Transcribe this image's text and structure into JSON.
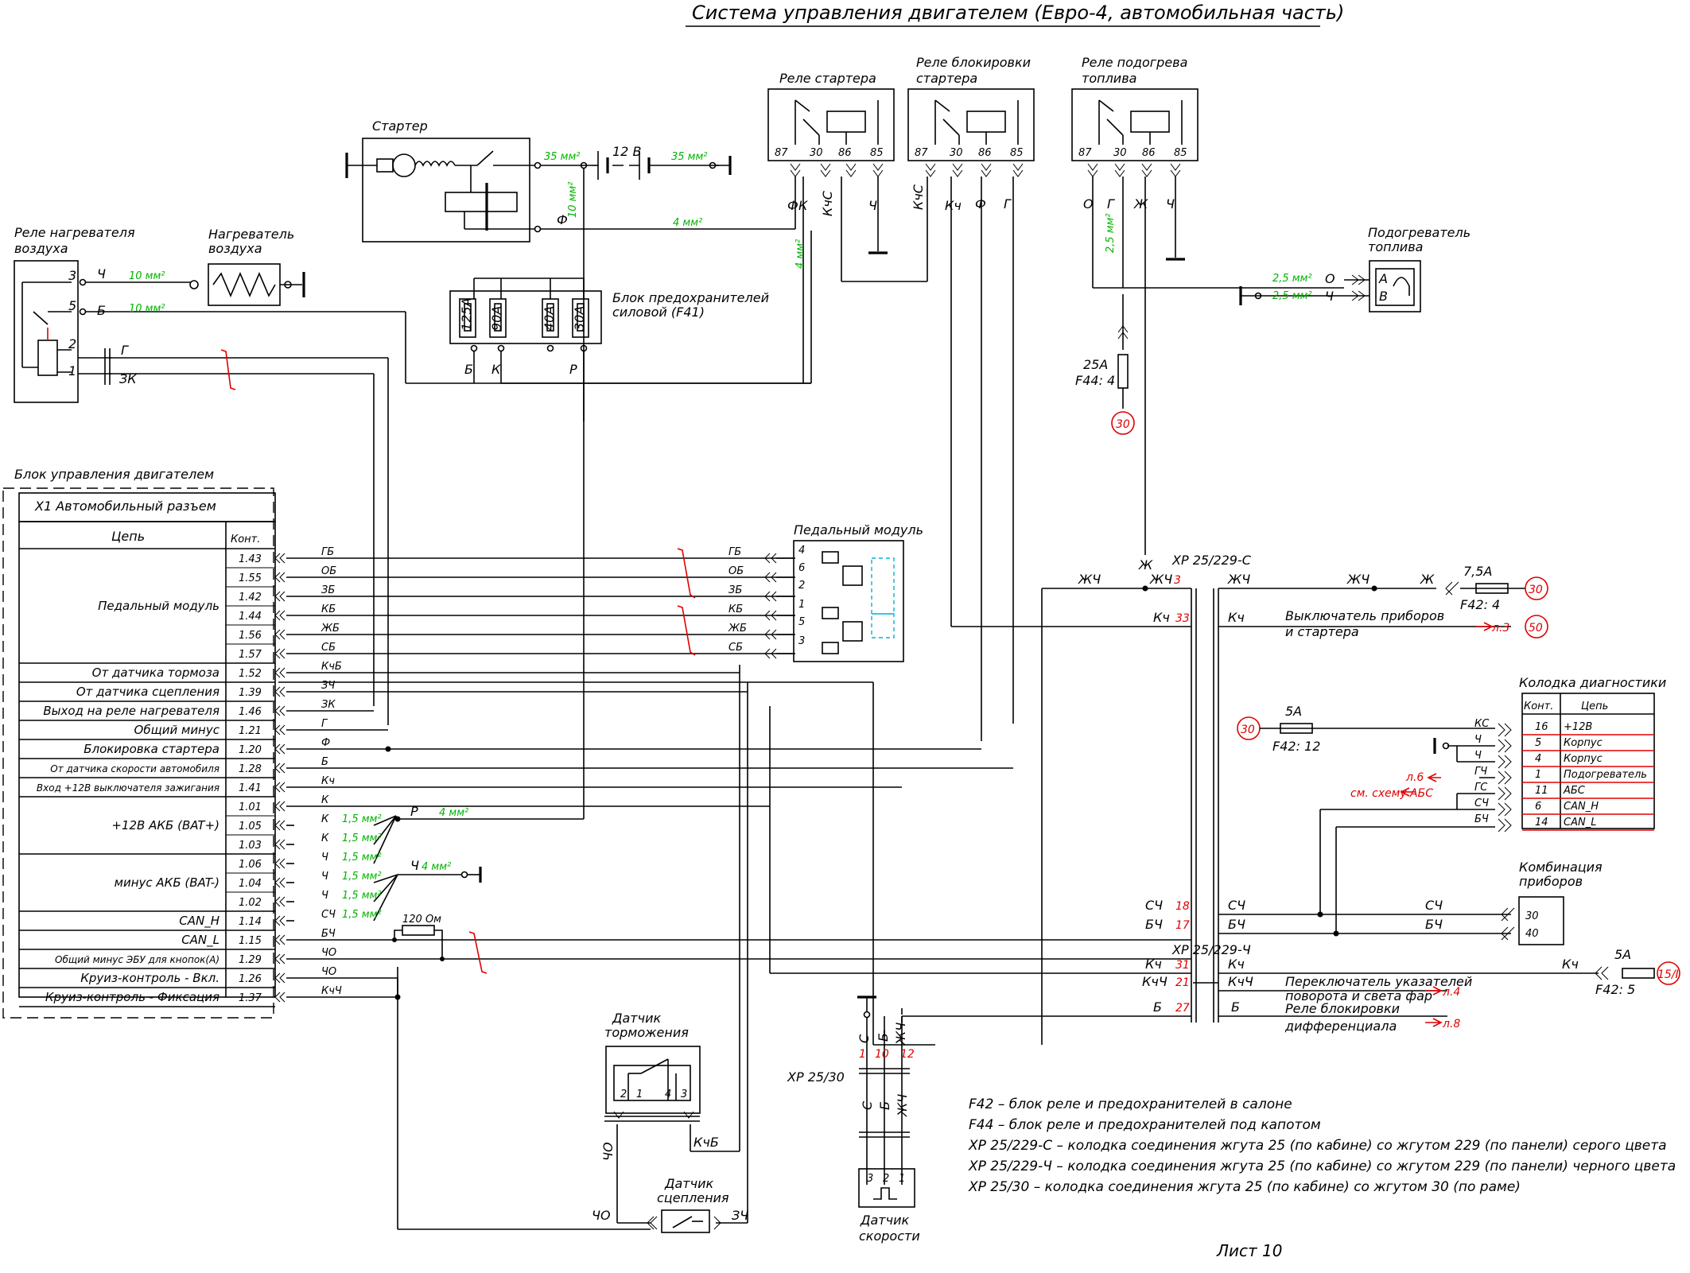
{
  "title": "Система управления двигателем (Евро-4, автомобильная часть)",
  "sheet": "Лист 10",
  "components": {
    "air_heater_relay": "Реле нагревателя воздуха",
    "air_heater": "Нагреватель воздуха",
    "starter": "Стартер",
    "starter_relay": "Реле стартера",
    "starter_block_relay": "Реле блокировки стартера",
    "fuel_heat_relay": "Реле подогрева топлива",
    "fuel_heater": "Подогреватель топлива",
    "fuse_block": "Блок предохранителей силовой (F41)",
    "pedal_module": "Педальный модуль",
    "ecu": "Блок управления двигателем",
    "ecu_conn": "X1 Автомобильный разъем",
    "brake_sensor": "Датчик торможения",
    "clutch_sensor": "Датчик сцепления",
    "speed_sensor": "Датчик скорости",
    "diag": "Колодка диагностики",
    "cluster": "Комбинация приборов",
    "ign_switch": "Выключатель приборов и стартера",
    "turn_switch": "Переключатель указателей поворота и света фар",
    "diff_relay": "Реле блокировки дифференциала",
    "resistor": "120 Ом",
    "battery": "12 В"
  },
  "relay_pins": [
    "87",
    "30",
    "86",
    "85"
  ],
  "fuses_f41": [
    "125А",
    "90А",
    "40А",
    "30А"
  ],
  "ecu_table": {
    "head_circuit": "Цепь",
    "head_pin": "Конт.",
    "groups": [
      {
        "name": "Педальный модуль",
        "pins": [
          "1.43",
          "1.55",
          "1.42",
          "1.44",
          "1.56",
          "1.57"
        ],
        "wires": [
          "ГБ",
          "ОБ",
          "ЗБ",
          "КБ",
          "ЖБ",
          "СБ"
        ]
      },
      {
        "name": "От датчика тормоза",
        "pins": [
          "1.52"
        ],
        "wires": [
          "КчБ"
        ]
      },
      {
        "name": "От датчика сцепления",
        "pins": [
          "1.39"
        ],
        "wires": [
          "ЗЧ"
        ]
      },
      {
        "name": "Выход на реле нагревателя",
        "pins": [
          "1.46"
        ],
        "wires": [
          "ЗК"
        ]
      },
      {
        "name": "Общий минус",
        "pins": [
          "1.21"
        ],
        "wires": [
          "Г"
        ]
      },
      {
        "name": "Блокировка стартера",
        "pins": [
          "1.20"
        ],
        "wires": [
          "Ф"
        ]
      },
      {
        "name": "От датчика скорости автомобиля",
        "pins": [
          "1.28"
        ],
        "wires": [
          "Б"
        ]
      },
      {
        "name": "Вход +12В выключателя зажигания",
        "pins": [
          "1.41"
        ],
        "wires": [
          "Кч"
        ]
      },
      {
        "name": "+12В АКБ (BAT+)",
        "pins": [
          "1.01",
          "1.05",
          "1.03"
        ],
        "wires": [
          "К",
          "К",
          "К"
        ]
      },
      {
        "name": "минус АКБ (BAT-)",
        "pins": [
          "1.06",
          "1.04",
          "1.02"
        ],
        "wires": [
          "Ч",
          "Ч",
          "Ч"
        ]
      },
      {
        "name": "CAN_H",
        "pins": [
          "1.14"
        ],
        "wires": [
          "СЧ"
        ]
      },
      {
        "name": "CAN_L",
        "pins": [
          "1.15"
        ],
        "wires": [
          "БЧ"
        ]
      },
      {
        "name": "Общий минус ЭБУ для кнопок(А)",
        "pins": [
          "1.29"
        ],
        "wires": [
          "ЧО"
        ]
      },
      {
        "name": "Круиз-контроль - Вкл.",
        "pins": [
          "1.26"
        ],
        "wires": [
          "ЧО"
        ]
      },
      {
        "name": "Круиз-контроль - Фиксация",
        "pins": [
          "1.37"
        ],
        "wires": [
          "КчЧ"
        ]
      }
    ]
  },
  "diag_table": {
    "head_pin": "Конт.",
    "head_circuit": "Цепь",
    "rows": [
      {
        "pin": "16",
        "circuit": "+12В",
        "wire": "КС"
      },
      {
        "pin": "5",
        "circuit": "Корпус",
        "wire": "Ч"
      },
      {
        "pin": "4",
        "circuit": "Корпус",
        "wire": "Ч"
      },
      {
        "pin": "1",
        "circuit": "Подогреватель",
        "wire": "ГЧ"
      },
      {
        "pin": "11",
        "circuit": "АБС",
        "wire": "ГС"
      },
      {
        "pin": "6",
        "circuit": "CAN_H",
        "wire": "СЧ"
      },
      {
        "pin": "14",
        "circuit": "CAN_L",
        "wire": "БЧ"
      }
    ]
  },
  "legend": [
    "F42 – блок реле и предохранителей в салоне",
    "F44 – блок реле и предохранителей под капотом",
    "XP 25/229-С – колодка соединения жгута 25 (по кабине) со жгутом 229 (по панели) серого цвета",
    "XP 25/229-Ч – колодка соединения жгута 25 (по кабине) со жгутом 229 (по панели) черного цвета",
    "XP 25/30 – колодка соединения жгута 25 (по кабине) со жгутом 30 (по раме)"
  ],
  "colors": {
    "line": "#000000",
    "green_label": "#00b400",
    "red_label": "#e00000",
    "pedal_dash": "#00b4d2"
  }
}
